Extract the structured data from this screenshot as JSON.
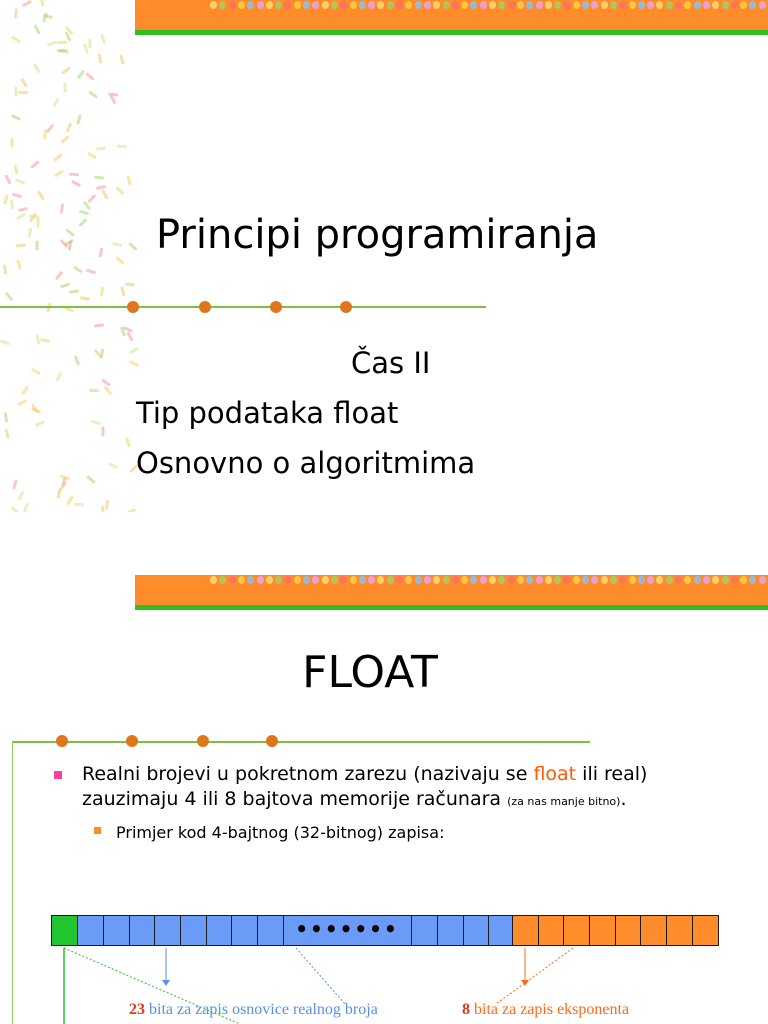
{
  "slide1": {
    "title": "Principi programiranja",
    "subtitle_line1": "Čas II",
    "subtitle_line2": "Tip podataka float",
    "subtitle_line3": "Osnovno o algoritmima"
  },
  "slide2": {
    "title": "FLOAT",
    "bullet1": {
      "text_a": "Realni brojevi u pokretnom zarezu (nazivaju se ",
      "highlight": "float",
      "text_b": " ili real)",
      "line2": "zauzimaju 4 ili 8 bajtova memorije računara",
      "small_note": "(za nas manje bitno)",
      "end": "."
    },
    "bullet2": "Primjer kod 4-bajtnog (32-bitnog) zapisa:",
    "bit_diagram": {
      "ellipsis": "•••••••",
      "colors": {
        "sign": "#21c431",
        "mantissa": "#6a9cf7",
        "exponent": "#ff8c2a"
      },
      "caption_mantissa_num": "23",
      "caption_mantissa_text": " bita za zapis osnovice realnog broja",
      "caption_exponent_num": "8",
      "caption_exponent_text": " bita za zapis eksponenta"
    }
  },
  "colors": {
    "accent_orange": "#ff8c2a",
    "accent_green": "#2fbf1f",
    "dot_orange": "#e0761c",
    "highlight": "#ff5a00"
  }
}
